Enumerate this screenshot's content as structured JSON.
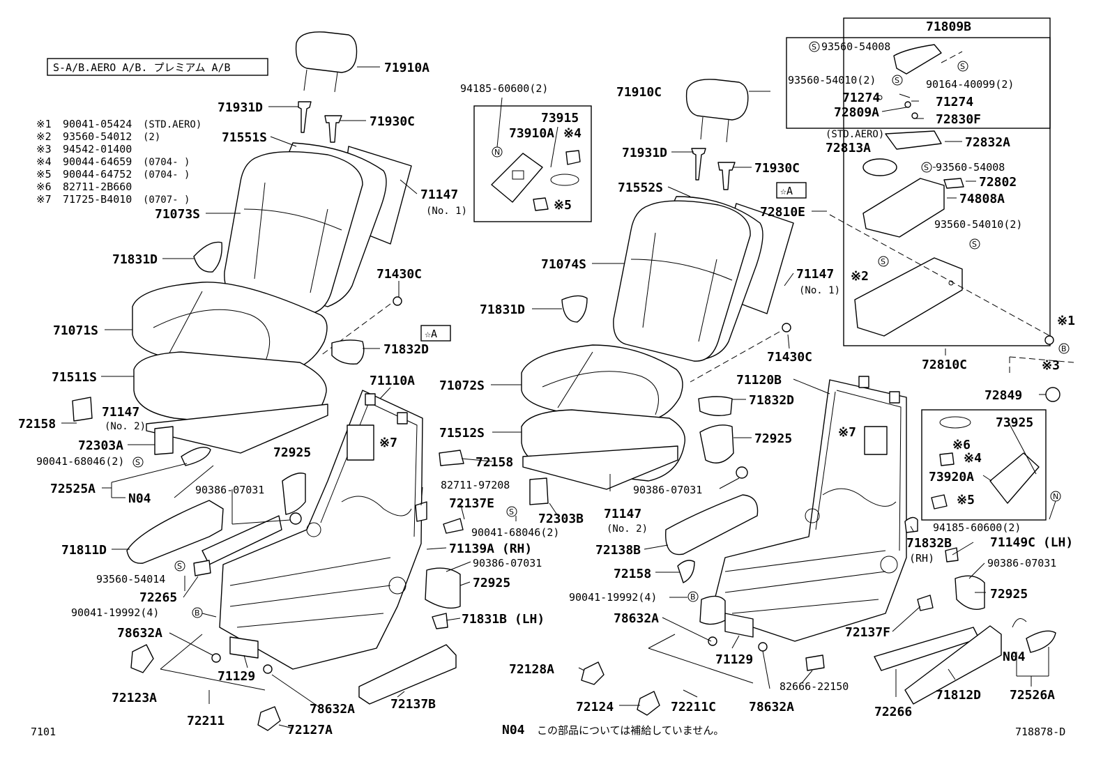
{
  "header": {
    "variant_box": "S-A/B.AERO A/B. プレミアム A/B",
    "notes": [
      {
        "mark": "※1",
        "part": "90041-05424",
        "remark": "(STD.AERO)"
      },
      {
        "mark": "※2",
        "part": "93560-54012",
        "remark": "(2)"
      },
      {
        "mark": "※3",
        "part": "94542-01400",
        "remark": ""
      },
      {
        "mark": "※4",
        "part": "90044-64659",
        "remark": "(0704-   )"
      },
      {
        "mark": "※5",
        "part": "90044-64752",
        "remark": "(0704-   )"
      },
      {
        "mark": "※6",
        "part": "82711-2B660",
        "remark": ""
      },
      {
        "mark": "※7",
        "part": "71725-B4010",
        "remark": "(0707-   )"
      }
    ]
  },
  "left_seat": {
    "labels": {
      "headrest": "71910A",
      "guide_d": "71931D",
      "guide_c": "71930C",
      "back_pad": "71551S",
      "back_cover": "71073S",
      "back_heater": "71147",
      "back_heater_sub": "(No. 1)",
      "cover_d": "71831D",
      "hook": "71430C",
      "star_a": "☆A",
      "cushion_cover": "71071S",
      "cover_832d": "71832D",
      "cushion_pad": "71511S",
      "frame": "71110A",
      "cushion_heater": "71147",
      "cushion_heater_sub": "(No. 2)",
      "clip_72158": "72158",
      "switch_72303a": "72303A",
      "screw_68046": "90041-68046(2)",
      "lever_72525a": "72525A",
      "n04": "N04",
      "cover_72925": "72925",
      "clip_07031": "90386-07031",
      "mark7": "※7",
      "clip_97208": "82711-97208",
      "clip_72137e": "72137E",
      "clip_72158b": "72158",
      "panel_71811d": "71811D",
      "screw_54014": "93560-54014",
      "cover_72265": "72265",
      "screw_19992": "90041-19992(4)",
      "bolt_78632a": "78632A",
      "harness_71129": "71129",
      "cover_72123a": "72123A",
      "rod_72211": "72211",
      "bolt_78632a_2": "78632A",
      "cover_72127a": "72127A",
      "cover_72137b": "72137B",
      "cover_71831b": "71831B (LH)",
      "cover_72925b": "72925",
      "clip_07031b": "90386-07031",
      "clip_71139a": "71139A (RH)",
      "switch_72303b": "72303B",
      "screw_68046b": "90041-68046(2)"
    }
  },
  "heater_box_left": {
    "top_label": "94185-60600(2)",
    "part_73915": "73915",
    "part_73910a": "73910A",
    "mark4": "※4",
    "mark5": "※5"
  },
  "right_seat": {
    "labels": {
      "headrest": "71910C",
      "guide_d": "71931D",
      "guide_c": "71930C",
      "back_pad": "71552S",
      "star_a": "☆A",
      "washer": "72810E",
      "back_cover": "71074S",
      "back_heater": "71147",
      "back_heater_sub": "(No. 1)",
      "cover_d": "71831D",
      "hook": "71430C",
      "cushion_cover": "71072S",
      "frame": "71120B",
      "cover_832d": "71832D",
      "cushion_pad": "71512S",
      "cover_72925": "72925",
      "clip_72158": "72158",
      "mark7": "※7",
      "clip_07031": "90386-07031",
      "cushion_heater": "71147",
      "cushion_heater_sub": "(No. 2)",
      "cover_72138b": "72138B",
      "clip_72158b": "72158",
      "screw_19992": "90041-19992(4)",
      "bolt_78632a": "78632A",
      "harness_71129": "71129",
      "cover_72128a": "72128A",
      "cover_72124": "72124",
      "rod_72211c": "72211C",
      "bolt_78632a_2": "78632A",
      "clip_22150": "82666-22150",
      "cover_71832b": "71832B",
      "cover_71832b_sub": "(RH)",
      "clip_71149c": "71149C (LH)",
      "clip_07031b": "90386-07031",
      "cover_72925b": "72925",
      "clip_72137f": "72137F",
      "cover_72266": "72266",
      "panel_71812d": "71812D",
      "n04": "N04",
      "lever_72526a": "72526A"
    }
  },
  "console_box": {
    "title": "71809B",
    "screw_54008_top": "93560-54008",
    "screw_54010_2": "93560-54010(2)",
    "clip_40099": "90164-40099(2)",
    "clip_71274_a": "71274",
    "clip_71274_b": "71274",
    "part_72809a": "72809A",
    "part_72830f": "72830F",
    "std_aero": "(STD.AERO)",
    "part_72813a": "72813A",
    "part_72832a": "72832A",
    "screw_54008": "93560-54008",
    "part_72802": "72802",
    "part_74808a": "74808A",
    "screw_54010": "93560-54010(2)",
    "mark2": "※2",
    "part_72810c": "72810C",
    "mark1": "※1",
    "mark3": "※3",
    "part_72849": "72849"
  },
  "heater_box_right": {
    "part_73925": "73925",
    "mark6": "※6",
    "mark4": "※4",
    "part_73920a": "73920A",
    "mark5": "※5",
    "bottom_label": "94185-60600(2)"
  },
  "footer": {
    "page_code": "7101",
    "n04_label": "N04",
    "n04_note": "この部品については補給していません。",
    "drawing_no": "718878-D"
  }
}
